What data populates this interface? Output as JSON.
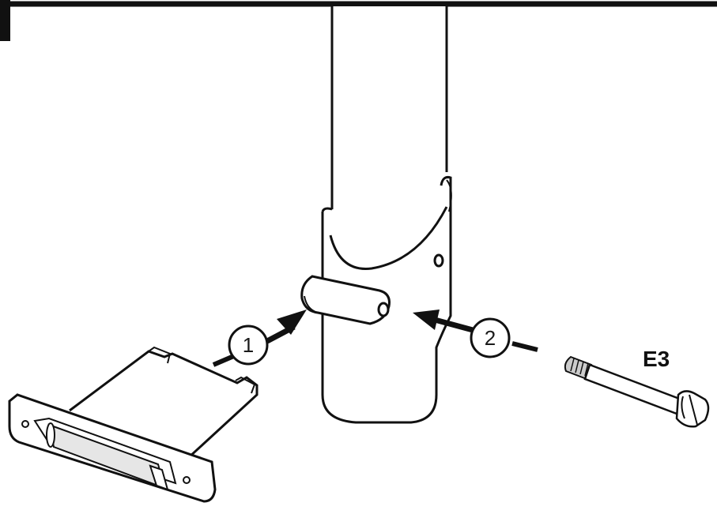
{
  "steps": [
    {
      "number": "1"
    },
    {
      "number": "2"
    }
  ],
  "part_label": "E3",
  "colors": {
    "line": "#111111",
    "tube_fill": "#ffffff",
    "shade": "#d9d9d9",
    "background": "#ffffff"
  }
}
